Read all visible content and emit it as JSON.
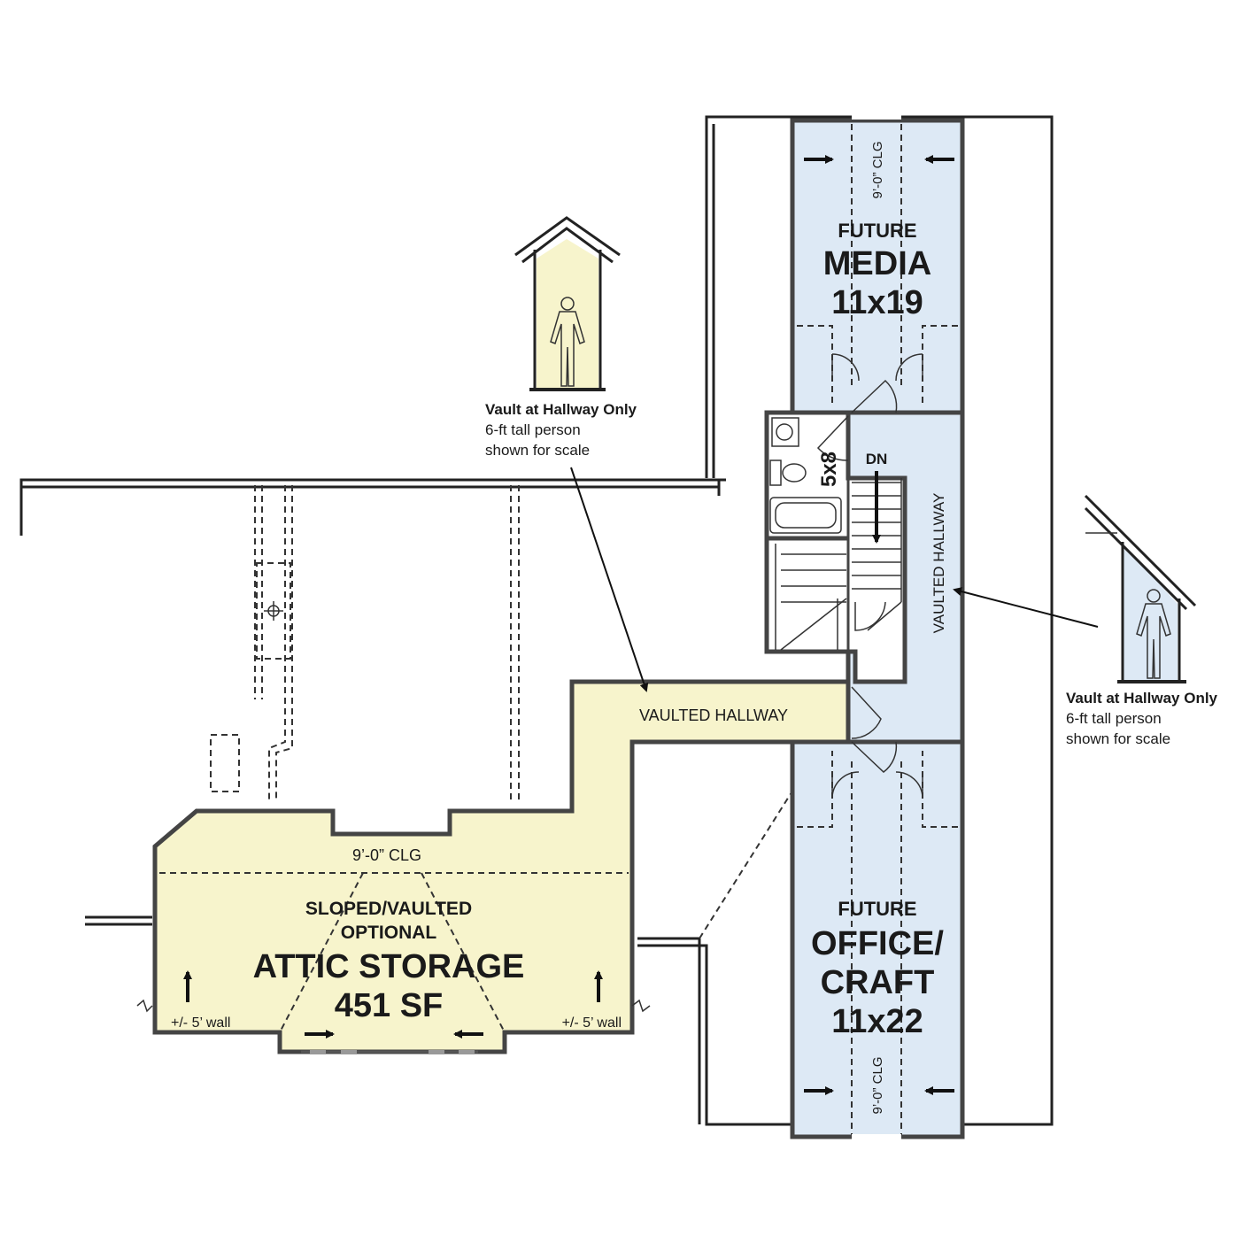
{
  "colors": {
    "yellow_fill": "#f7f4cc",
    "blue_fill": "#dde9f5",
    "wall": "#333333"
  },
  "labels": {
    "media_future": "FUTURE",
    "media_name": "MEDIA",
    "media_size": "11x19",
    "media_clg": "9’-0” CLG",
    "office_future": "FUTURE",
    "office_name_1": "OFFICE/",
    "office_name_2": "CRAFT",
    "office_size": "11x22",
    "office_clg": "9’-0” CLG",
    "bath_size": "5x8",
    "stair_dn": "DN",
    "vaulted_hallway_vertical": "VAULTED HALLWAY",
    "vaulted_hallway_horizontal": "VAULTED HALLWAY",
    "attic_clg": "9’-0” CLG",
    "attic_sloped": "SLOPED/VAULTED",
    "attic_optional": "OPTIONAL",
    "attic_name": "ATTIC STORAGE",
    "attic_size": "451 SF",
    "wall_left": "+/- 5’ wall",
    "wall_right": "+/- 5’ wall"
  },
  "notes": [
    {
      "title": "Vault at Hallway Only",
      "line1": "6-ft tall person",
      "line2": "shown for scale"
    },
    {
      "title": "Vault at Hallway Only",
      "line1": "6-ft tall person",
      "line2": "shown for scale"
    }
  ]
}
